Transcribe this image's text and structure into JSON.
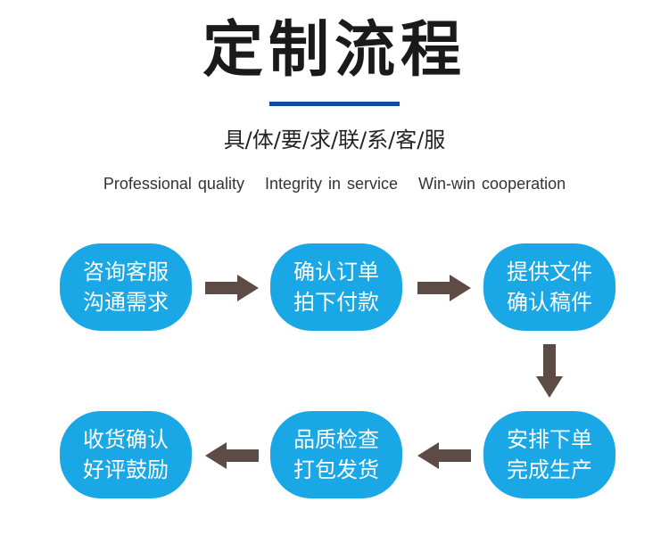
{
  "header": {
    "title": "定制流程",
    "subtitle": "具/体/要/求/联/系/客/服",
    "taglines": [
      "Professional quality",
      "Integrity in service",
      "Win-win cooperation"
    ]
  },
  "steps": [
    {
      "line1": "咨询客服",
      "line2": "沟通需求"
    },
    {
      "line1": "确认订单",
      "line2": "拍下付款"
    },
    {
      "line1": "提供文件",
      "line2": "确认稿件"
    },
    {
      "line1": "安排下单",
      "line2": "完成生产"
    },
    {
      "line1": "品质检查",
      "line2": "打包发货"
    },
    {
      "line1": "收货确认",
      "line2": "好评鼓励"
    }
  ],
  "colors": {
    "step_fill": "#1aa7e6",
    "arrow": "#5d4b45",
    "title_bar": "#0d4aa0"
  }
}
